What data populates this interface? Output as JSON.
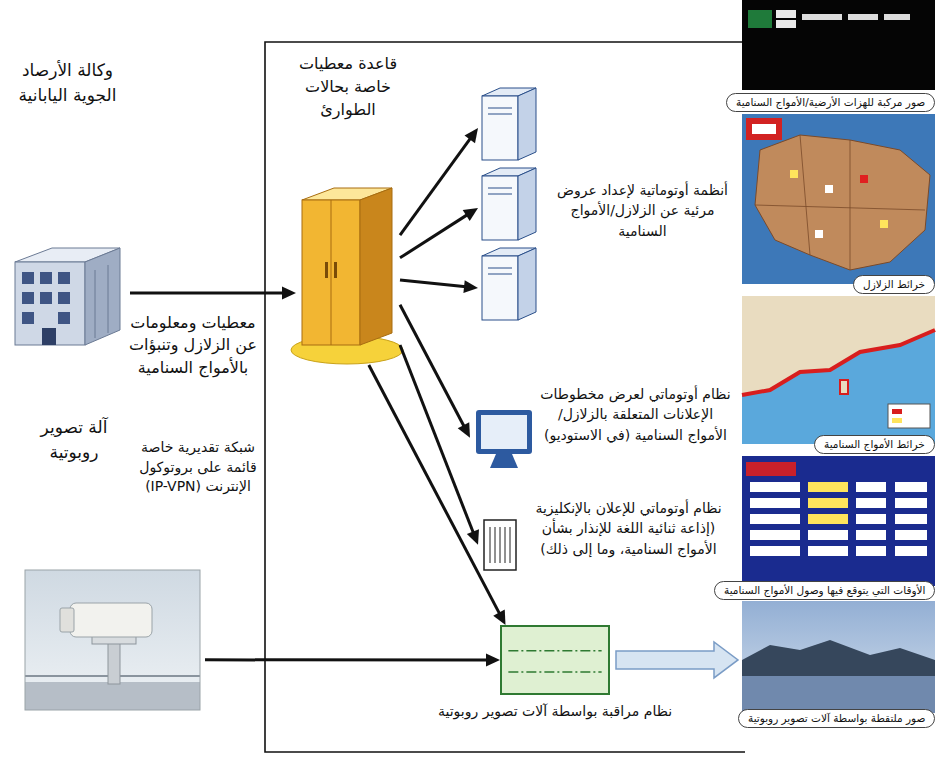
{
  "diagram": {
    "nodes": [
      {
        "text": [
          "وكالة الأرصاد الجوية اليابانية"
        ]
      },
      {
        "text": [
          "قاعدة معطيات خاصة بحالات الطوارئ"
        ]
      },
      {
        "text": [
          "أنظمة أوتوماتية لإعداد عروض مرئية عن الزلازل/الأمواج السنامية"
        ]
      },
      {
        "text": [
          "نظام أوتوماتي لعرض مخطوطات الإعلانات المتعلقة بالزلازل/ الأمواج السنامية (في الاستوديو)"
        ]
      },
      {
        "text": [
          "نظام أوتوماتي للإعلان بالإنكليزية (إذاعة ثنائية اللغة للإنذار بشأن الأمواج السنامية، وما إلى ذلك)"
        ]
      },
      {
        "text": [
          "آلة تصوير روبوتية"
        ]
      },
      {
        "text": [
          "نظام مراقبة بواسطة آلات تصوير روبوتية"
        ]
      },
      {
        "text": [
          "صور مركبة للهزات الأرضية/الأمواج السنامية"
        ]
      },
      {
        "text": [
          "خرائط الزلازل"
        ]
      },
      {
        "text": [
          "خرائط الأمواج السنامية"
        ]
      },
      {
        "text": [
          "الأوقات التي يتوقع فيها وصول الأمواج السنامية"
        ]
      },
      {
        "text": [
          "صور ملتقطة بواسطة آلات تصوير روبوتية"
        ]
      }
    ],
    "edges": [
      {
        "from": 0,
        "to": 1,
        "label": "معطيات ومعلومات عن الزلازل وتنبؤات بالأمواج السنامية",
        "arrow": "to"
      },
      {
        "from": 1,
        "to": 2,
        "arrow": "to"
      },
      {
        "from": 1,
        "to": 2,
        "arrow": "to"
      },
      {
        "from": 1,
        "to": 2,
        "arrow": "to"
      },
      {
        "from": 1,
        "to": 3,
        "arrow": "to"
      },
      {
        "from": 1,
        "to": 4,
        "arrow": "to"
      },
      {
        "from": 1,
        "to": 6,
        "arrow": "to"
      },
      {
        "from": 5,
        "to": 6,
        "label": "شبكة تقديرية خاصة قائمة على بروتوكول الإنترنت (IP-VPN)",
        "arrow": "to"
      },
      {
        "from": 6,
        "to": 11,
        "arrow": "to"
      }
    ]
  }
}
